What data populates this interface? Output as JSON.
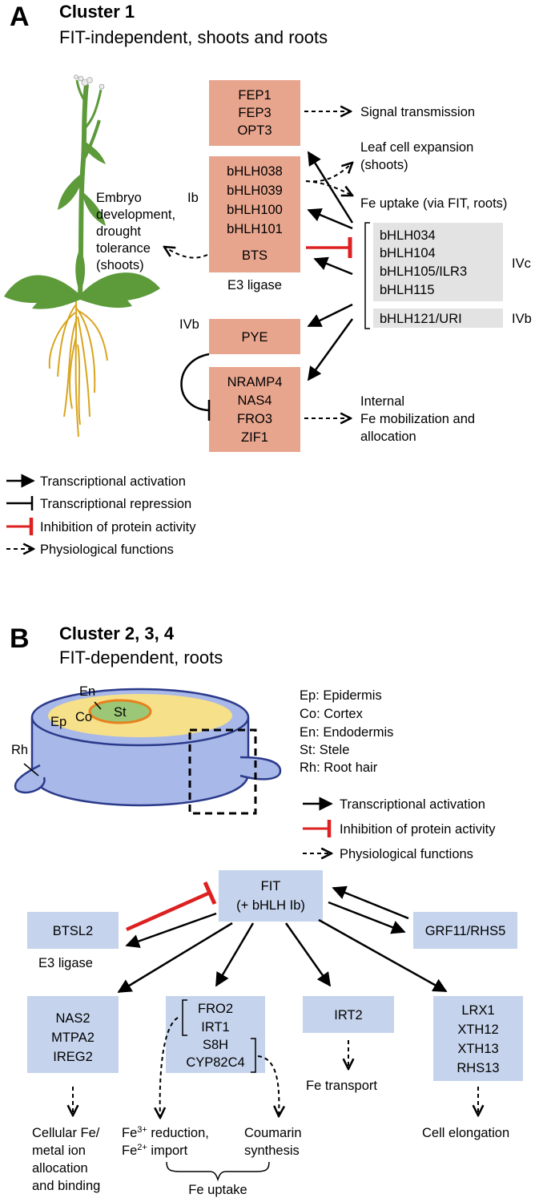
{
  "panelA": {
    "letter": "A",
    "title": "Cluster 1",
    "subtitle": "FIT-independent, shoots and roots",
    "box_fep": [
      "FEP1",
      "FEP3",
      "OPT3"
    ],
    "box_ib": [
      "bHLH038",
      "bHLH039",
      "bHLH100",
      "bHLH101"
    ],
    "label_ib": "Ib",
    "box_bts": "BTS",
    "label_e3": "E3 ligase",
    "box_pye": "PYE",
    "label_ivb_left": "IVb",
    "box_nramp": [
      "NRAMP4",
      "NAS4",
      "FRO3",
      "ZIF1"
    ],
    "box_ivc": [
      "bHLH034",
      "bHLH104",
      "bHLH105/ILR3",
      "bHLH115"
    ],
    "label_ivc": "IVc",
    "box_uri": "bHLH121/URI",
    "label_ivb_right": "IVb",
    "func_signal": "Signal transmission",
    "func_leaf": [
      "Leaf cell expansion",
      "(shoots)"
    ],
    "func_feuptake": "Fe uptake (via FIT, roots)",
    "func_embryo": [
      "Embryo",
      "development,",
      "drought",
      "tolerance",
      "(shoots)"
    ],
    "func_internal": [
      "Internal",
      "Fe mobilization and",
      "allocation"
    ],
    "legend": [
      "Transcriptional activation",
      "Transcriptional repression",
      "Inhibition of protein activity",
      "Physiological functions"
    ]
  },
  "panelB": {
    "letter": "B",
    "title": "Cluster 2, 3, 4",
    "subtitle": "FIT-dependent, roots",
    "root_labels": {
      "en": "En",
      "st": "St",
      "ep": "Ep",
      "co": "Co",
      "rh": "Rh"
    },
    "tissue_key": [
      "Ep: Epidermis",
      "Co: Cortex",
      "En: Endodermis",
      "St:  Stele",
      "Rh: Root hair"
    ],
    "legend": [
      "Transcriptional activation",
      "Inhibition of protein activity",
      "Physiological functions"
    ],
    "box_fit": [
      "FIT",
      "(+ bHLH Ib)"
    ],
    "box_btsl2": "BTSL2",
    "label_e3": "E3 ligase",
    "box_grf": "GRF11/RHS5",
    "box_nas": [
      "NAS2",
      "MTPA2",
      "IREG2"
    ],
    "box_fro": [
      "FRO2",
      "IRT1",
      "S8H",
      "CYP82C4"
    ],
    "box_irt2": "IRT2",
    "box_lrx": [
      "LRX1",
      "XTH12",
      "XTH13",
      "RHS13"
    ],
    "func_cellular": [
      "Cellular Fe/",
      "metal ion",
      "allocation",
      "and binding"
    ],
    "func_reduction_a": "reduction,",
    "func_reduction_sup": "3+",
    "func_import_a": "import",
    "func_import_sup": "2+",
    "func_fe": "Fe",
    "func_coumarin": [
      "Coumarin",
      "synthesis"
    ],
    "func_fetransport": "Fe transport",
    "func_elongation": "Cell elongation",
    "func_feuptake": "Fe uptake"
  },
  "colors": {
    "salmon_box": "#e8a58e",
    "grey_box": "#e3e3e3",
    "blue_box": "#c5d3ec",
    "red_inhibit": "#dd2020",
    "plant_green": "#5d9a3a",
    "root_gold": "#d9a520",
    "root_blue": "#a8b8e8",
    "cortex_yellow": "#f6e08a",
    "stele_green": "#9cc776",
    "endo_orange": "#e8801e"
  }
}
